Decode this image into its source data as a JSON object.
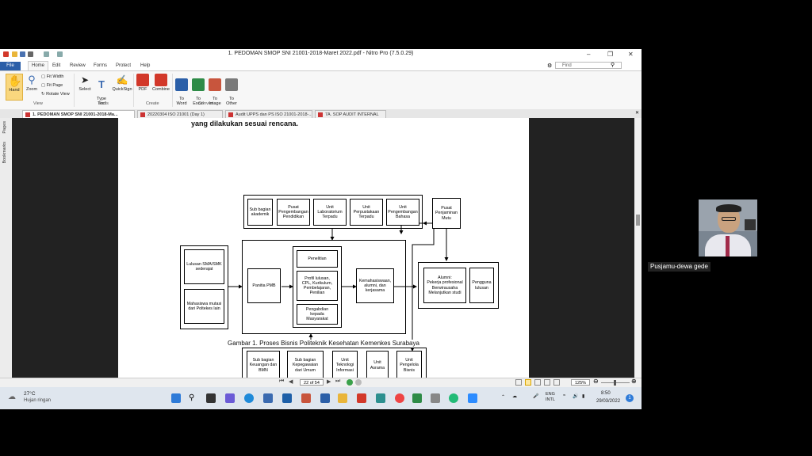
{
  "window": {
    "title": "1. PEDOMAN SMOP SNI 21001-2018-Maret 2022.pdf - Nitro Pro (7.5.0.29)"
  },
  "menu": [
    "File",
    "Home",
    "Edit",
    "Review",
    "Forms",
    "Protect",
    "Help"
  ],
  "find_placeholder": "Find",
  "ribbon": {
    "hand": "Hand",
    "zoom": "Zoom",
    "fit_width": "Fit Width",
    "fit_page": "Fit Page",
    "rotate_view": "Rotate View",
    "select": "Select",
    "type_text": "Type\nText",
    "quicksign": "QuickSign",
    "pdf": "PDF",
    "combine": "Combine",
    "to_word": "To\nWord",
    "to_excel": "To\nExcel",
    "to_image": "To\nImage",
    "to_other": "To\nOther",
    "groups": {
      "view": "View",
      "tools": "Tools",
      "create": "Create",
      "convert": "Convert"
    }
  },
  "tabs": [
    "1. PEDOMAN SMOP SNI 21001-2018-Ma...",
    "20220304 ISO 21001 (Day 1)",
    "Audit UPPS dan PS ISO 21001-2018-...",
    "7A. SOP AUDIT INTERNAL"
  ],
  "side_panels": {
    "pages": "Pages",
    "bookmarks": "Bookmarks"
  },
  "document": {
    "heading_text": "yang dilakukan sesuai rencana.",
    "caption": "Gambar 1. Proses Bisnis Politeknik Kesehatan Kemenkes Surabaya",
    "top_units": [
      "Sub bagian\nakademik",
      "Pusat\nPengembangan\nPendidikan",
      "Unit\nLaboratorium\nTerpadu",
      "Unit\nPerpustakaan\nTerpadu",
      "Unit\nPengembangan\nBahasa"
    ],
    "pusat_mutu": "Pusat\nPenjaminan\nMutu",
    "inputs": [
      "Lulusan SMA/SMK\nsederajat",
      "Mahasiswa mutasi\ndari Poltekes lain"
    ],
    "panitia": "Panitia PMB",
    "tridharma": [
      "Penelitian",
      "Profil lulusan,\nCPL, Kurikulum,\nPembelajaran,\nPenilian",
      "Pengabdian\nkepada\nMasyarakat"
    ],
    "kemahasiswaan": "Kemahasiswaan,\nalumni, dan\nkerjasama",
    "alumni": "Alumni:\nPekerja profesional\nBerwirausaha\nMelanjutkan studi",
    "pengguna": "Pengguna\nlulusan",
    "bottom_units": [
      "Sub bagian\nKeuangan dan\nBMN",
      "Sub bagian\nKepegawaian\ndari Umum",
      "Unit\nTeknologi\nInformasi",
      "Unit\nAsrama",
      "Unit\nPengelola\nBisnis"
    ]
  },
  "status": {
    "page": "22 of 54",
    "zoom": "125%"
  },
  "taskbar": {
    "weather_temp": "27°C",
    "weather_desc": "Hujan ringan",
    "lang": "ENG\nINTL",
    "time": "8:50",
    "date": "29/03/2022",
    "notifications": "1"
  },
  "participant": {
    "name": "Pusjamu-dewa gede"
  }
}
